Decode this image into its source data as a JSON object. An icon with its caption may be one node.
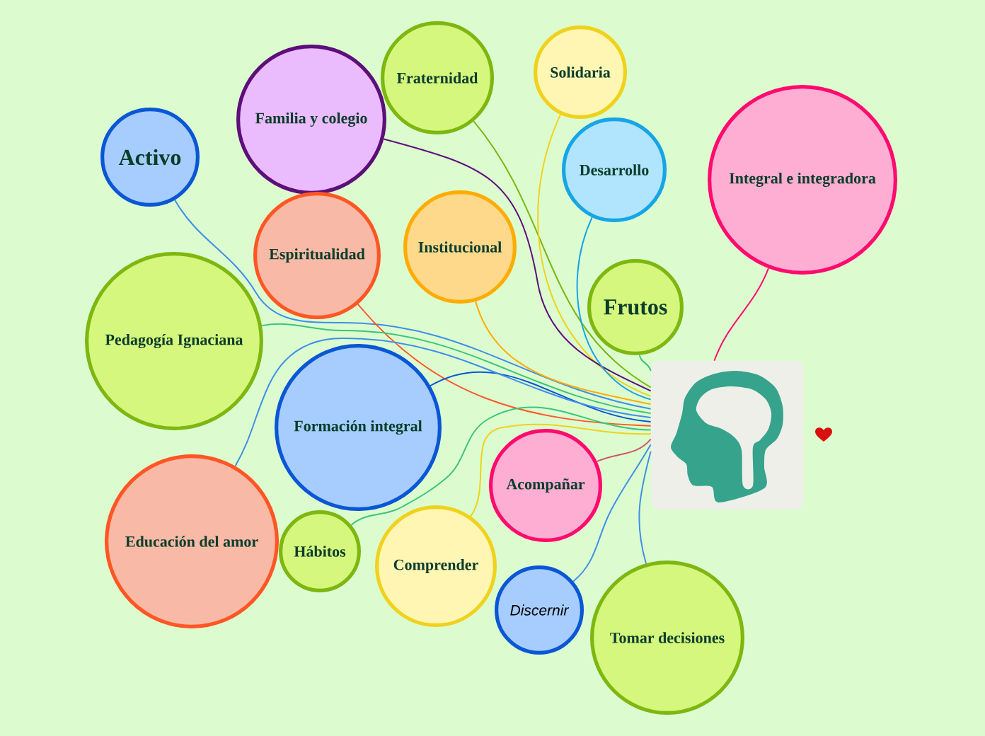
{
  "diagram": {
    "nodes": [
      {
        "text": [],
        "shape": "picture"
      },
      {
        "text": [
          "Integral e integradora"
        ]
      },
      {
        "text": [
          "Fraternidad"
        ]
      },
      {
        "text": [
          "Solidaria"
        ]
      },
      {
        "text": [
          "Familia y colegio"
        ]
      },
      {
        "text": [
          "Activo"
        ]
      },
      {
        "text": [
          "Desarrollo"
        ]
      },
      {
        "text": [
          "Institucional"
        ]
      },
      {
        "text": [
          "Espiritualidad"
        ]
      },
      {
        "text": [
          "Frutos"
        ]
      },
      {
        "text": [
          "Pedagogía Ignaciana"
        ]
      },
      {
        "text": [
          "Formación integral"
        ]
      },
      {
        "text": [
          "Acompañar"
        ]
      },
      {
        "text": [
          "Educación del amor"
        ]
      },
      {
        "text": [
          "Hábitos"
        ]
      },
      {
        "text": [
          "Comprender"
        ]
      },
      {
        "text": [
          "Discernir"
        ]
      },
      {
        "text": [
          "Tomar decisiones"
        ]
      }
    ],
    "edges": [
      {
        "from": 0,
        "to": 1,
        "arrow": "none",
        "color": "#ff0a6e"
      },
      {
        "from": 0,
        "to": 2,
        "arrow": "none",
        "color": "#7db70f"
      },
      {
        "from": 0,
        "to": 3,
        "arrow": "none",
        "color": "#f0d21c"
      },
      {
        "from": 0,
        "to": 4,
        "arrow": "none",
        "color": "#5c0f78"
      },
      {
        "from": 0,
        "to": 5,
        "arrow": "none",
        "color": "#3f8fe8"
      },
      {
        "from": 0,
        "to": 6,
        "arrow": "none",
        "color": "#17a5e6"
      },
      {
        "from": 0,
        "to": 7,
        "arrow": "none",
        "color": "#ffac00"
      },
      {
        "from": 0,
        "to": 8,
        "arrow": "none",
        "color": "#ff5624"
      },
      {
        "from": 0,
        "to": 9,
        "arrow": "none",
        "color": "#3cc47c"
      },
      {
        "from": 0,
        "to": 10,
        "arrow": "none",
        "color": "#3cc47c"
      },
      {
        "from": 0,
        "to": 11,
        "arrow": "none",
        "color": "#0a57d6"
      },
      {
        "from": 0,
        "to": 12,
        "arrow": "none",
        "color": "#d0556a"
      },
      {
        "from": 0,
        "to": 13,
        "arrow": "none",
        "color": "#3f8fe8"
      },
      {
        "from": 0,
        "to": 14,
        "arrow": "none",
        "color": "#3cc47c"
      },
      {
        "from": 0,
        "to": 15,
        "arrow": "none",
        "color": "#f0d21c"
      },
      {
        "from": 0,
        "to": 16,
        "arrow": "none",
        "color": "#3f8fe8"
      },
      {
        "from": 0,
        "to": 17,
        "arrow": "none",
        "color": "#3f8fe8"
      }
    ]
  }
}
